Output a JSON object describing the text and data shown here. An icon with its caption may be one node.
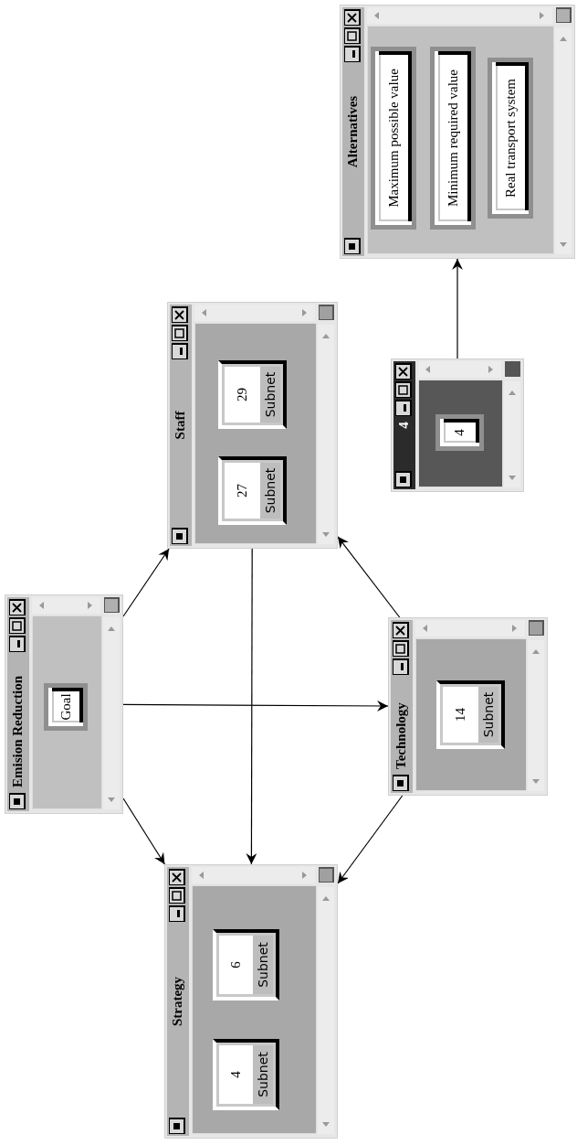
{
  "diagram": {
    "nodes": [
      {
        "text": [
          "Emision Reduction"
        ]
      },
      {
        "text": [
          "Goal"
        ],
        "in": 0
      },
      {
        "text": [
          "Strategy"
        ]
      },
      {
        "text": [
          "4",
          "Subnet"
        ],
        "in": 2
      },
      {
        "text": [
          "6",
          "Subnet"
        ],
        "in": 2
      },
      {
        "text": [
          "Staff"
        ]
      },
      {
        "text": [
          "27",
          "Subnet"
        ],
        "in": 5
      },
      {
        "text": [
          "29",
          "Subnet"
        ],
        "in": 5
      },
      {
        "text": [
          "Technology"
        ]
      },
      {
        "text": [
          "14",
          "Subnet"
        ],
        "in": 8
      },
      {
        "text": [
          "4"
        ]
      },
      {
        "text": [
          "4"
        ],
        "in": 10
      },
      {
        "text": [
          "Alternatives"
        ]
      },
      {
        "text": [
          "Maximum possible value"
        ],
        "in": 12
      },
      {
        "text": [
          "Minimum required value"
        ],
        "in": 12
      },
      {
        "text": [
          "Real transport system"
        ],
        "in": 12
      }
    ],
    "edges": [
      {
        "from": 0,
        "to": 5,
        "arrow": "to"
      },
      {
        "from": 0,
        "to": 8,
        "arrow": "to"
      },
      {
        "from": 0,
        "to": 2,
        "arrow": "to"
      },
      {
        "from": 5,
        "to": 2,
        "arrow": "to"
      },
      {
        "from": 8,
        "to": 5,
        "arrow": "to"
      },
      {
        "from": 8,
        "to": 2,
        "arrow": "to"
      },
      {
        "from": 10,
        "to": 12,
        "arrow": "to"
      }
    ]
  }
}
